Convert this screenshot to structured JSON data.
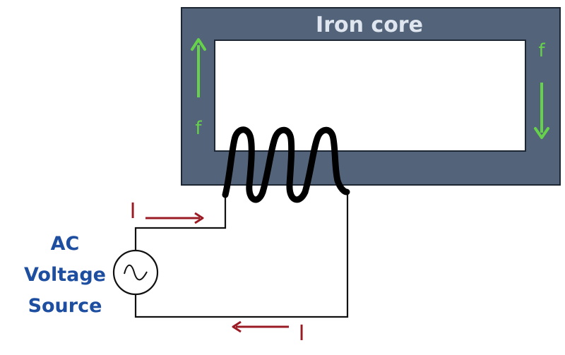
{
  "core": {
    "title": "Iron core",
    "body_color": "#53647a",
    "title_color": "#dfe6ef",
    "border_color": "#1d2733"
  },
  "flux": {
    "label": "f",
    "color": "#66d14a",
    "direction_left": "up",
    "direction_right": "down"
  },
  "coil": {
    "color": "#000000"
  },
  "current": {
    "label": "I",
    "color": "#9b1b25",
    "direction_top": "right",
    "direction_bottom": "left"
  },
  "source": {
    "lines": [
      "AC",
      "Voltage",
      "Source"
    ],
    "text_color": "#1e4ea0",
    "symbol": "sine-wave-icon"
  },
  "wire": {
    "color": "#111111"
  }
}
